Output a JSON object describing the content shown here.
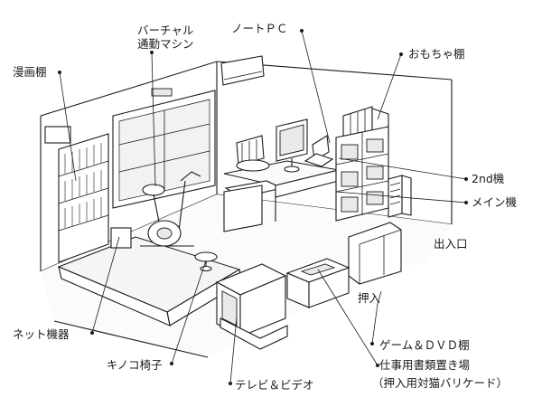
{
  "diagram": {
    "labels": {
      "virtual_commute_machine": "バーチャル\n通勤マシン",
      "manga_shelf": "漫画棚",
      "notebook_pc": "ノートＰＣ",
      "toy_shelf": "おもちゃ棚",
      "second_machine": "2nd機",
      "main_machine": "メイン機",
      "entrance": "出入口",
      "closet": "押入",
      "network_equipment": "ネット機器",
      "game_dvd_shelf": "ゲーム＆ＤＶＤ棚",
      "document_area": "仕事用書類置き場",
      "cat_barricade": "（押入用対猫バリケード）",
      "mushroom_chair": "キノコ椅子",
      "tv_video": "テレビ＆ビデオ"
    }
  }
}
